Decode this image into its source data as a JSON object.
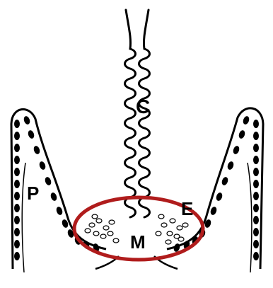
{
  "labels": {
    "c": "C",
    "p": "P",
    "e": "E",
    "m": "M"
  },
  "colors": {
    "ink": "#000000",
    "highlight": "#b01c1c",
    "background": "#ffffff"
  }
}
